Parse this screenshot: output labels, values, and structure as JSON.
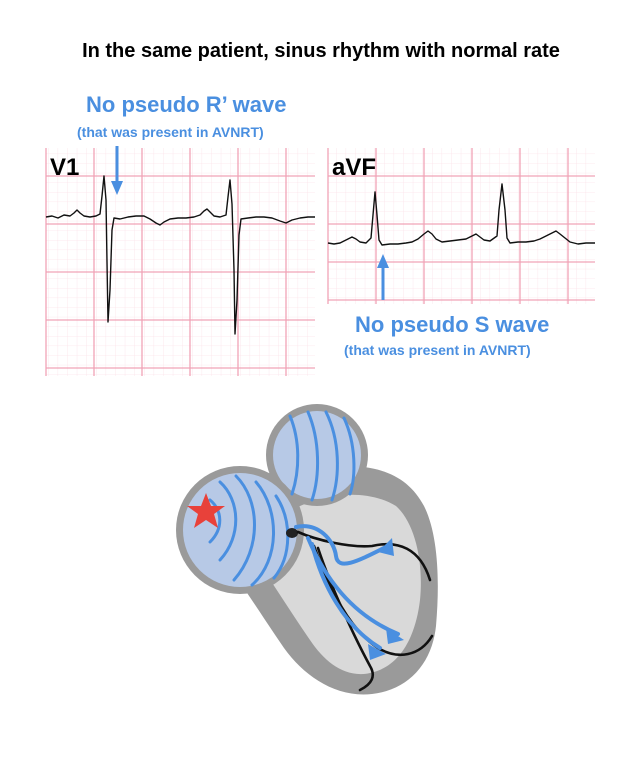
{
  "title": "In the same patient, sinus rhythm with normal rate",
  "annotations": {
    "v1_main": "No pseudo R’ wave",
    "v1_sub": "(that was present in AVNRT)",
    "avf_main": "No pseudo S wave",
    "avf_sub": "(that was present in AVNRT)"
  },
  "leads": {
    "v1": "V1",
    "avf": "aVF"
  },
  "colors": {
    "annotation": "#4a8fe0",
    "grid_major": "#f0a3b6",
    "grid_minor": "#fbe3ea",
    "heart_outer": "#9a9a9a",
    "heart_inner": "#d9d9d9",
    "atrium_fill": "#b7c9e6",
    "star": "#e8413a"
  },
  "icons": {
    "arrow": "down-arrow-icon",
    "star": "star-icon"
  }
}
